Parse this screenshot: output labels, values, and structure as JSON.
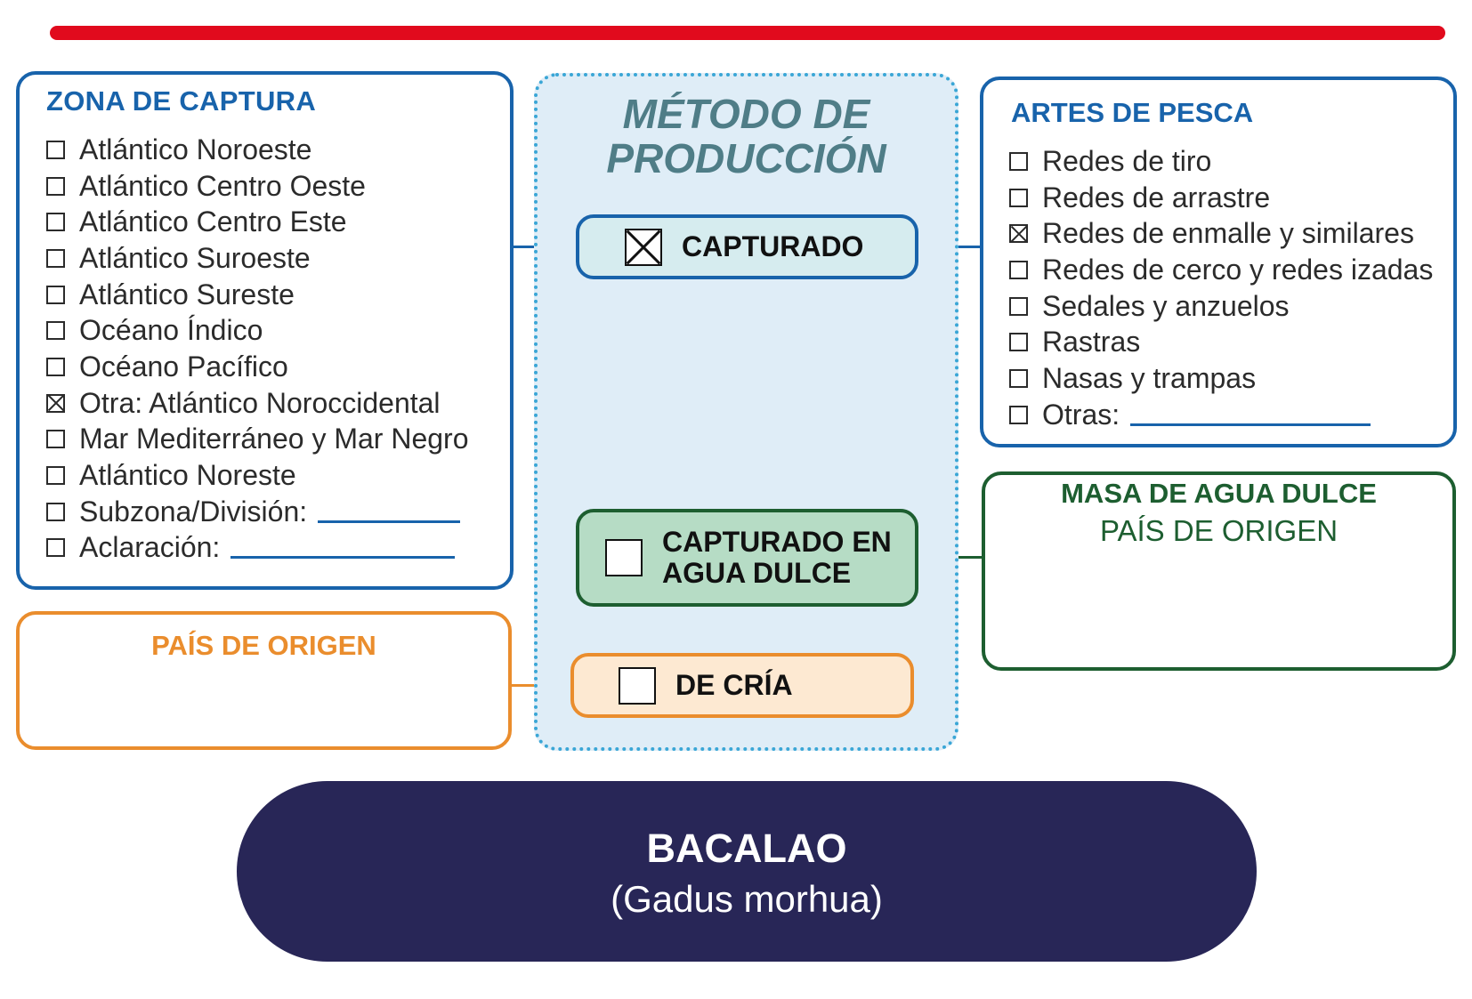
{
  "colors": {
    "red": "#e10a1d",
    "blue": "#1863ab",
    "orange": "#ea8d2d",
    "green": "#1d5e30",
    "navy": "#282657",
    "teal_title": "#4f7d87"
  },
  "zona": {
    "title": "ZONA DE CAPTURA",
    "options": [
      {
        "label": "Atlántico Noroeste",
        "checked": false
      },
      {
        "label": "Atlántico Centro Oeste",
        "checked": false
      },
      {
        "label": "Atlántico Centro Este",
        "checked": false
      },
      {
        "label": "Atlántico Suroeste",
        "checked": false
      },
      {
        "label": "Atlántico Sureste",
        "checked": false
      },
      {
        "label": "Océano Índico",
        "checked": false
      },
      {
        "label": "Océano Pacífico",
        "checked": false
      },
      {
        "label": "Otra: Atlántico Noroccidental",
        "checked": true
      },
      {
        "label": "Mar Mediterráneo y Mar Negro",
        "checked": false
      },
      {
        "label": "Atlántico Noreste",
        "checked": false
      },
      {
        "label": "Subzona/División:",
        "checked": false,
        "blank": true
      },
      {
        "label": "Aclaración:",
        "checked": false,
        "blank": true
      }
    ]
  },
  "pais": {
    "title": "PAÍS DE ORIGEN"
  },
  "metodo": {
    "title_line1": "MÉTODO DE",
    "title_line2": "PRODUCCIÓN",
    "capturado": {
      "label": "CAPTURADO",
      "checked": true
    },
    "agua_dulce": {
      "label_line1": "CAPTURADO EN",
      "label_line2": "AGUA DULCE",
      "checked": false
    },
    "cria": {
      "label": "DE CRÍA",
      "checked": false
    }
  },
  "artes": {
    "title": "ARTES DE PESCA",
    "options": [
      {
        "label": "Redes de tiro",
        "checked": false
      },
      {
        "label": "Redes de arrastre",
        "checked": false
      },
      {
        "label": "Redes de enmalle y similares",
        "checked": true
      },
      {
        "label": "Redes de cerco y redes izadas",
        "checked": false
      },
      {
        "label": "Sedales y anzuelos",
        "checked": false
      },
      {
        "label": "Rastras",
        "checked": false
      },
      {
        "label": "Nasas y trampas",
        "checked": false
      },
      {
        "label": "Otras:",
        "checked": false,
        "blank": true
      }
    ]
  },
  "masa": {
    "title": "MASA DE AGUA DULCE",
    "subtitle": "PAÍS DE ORIGEN"
  },
  "species": {
    "name": "BACALAO",
    "scientific": "(Gadus morhua)"
  }
}
